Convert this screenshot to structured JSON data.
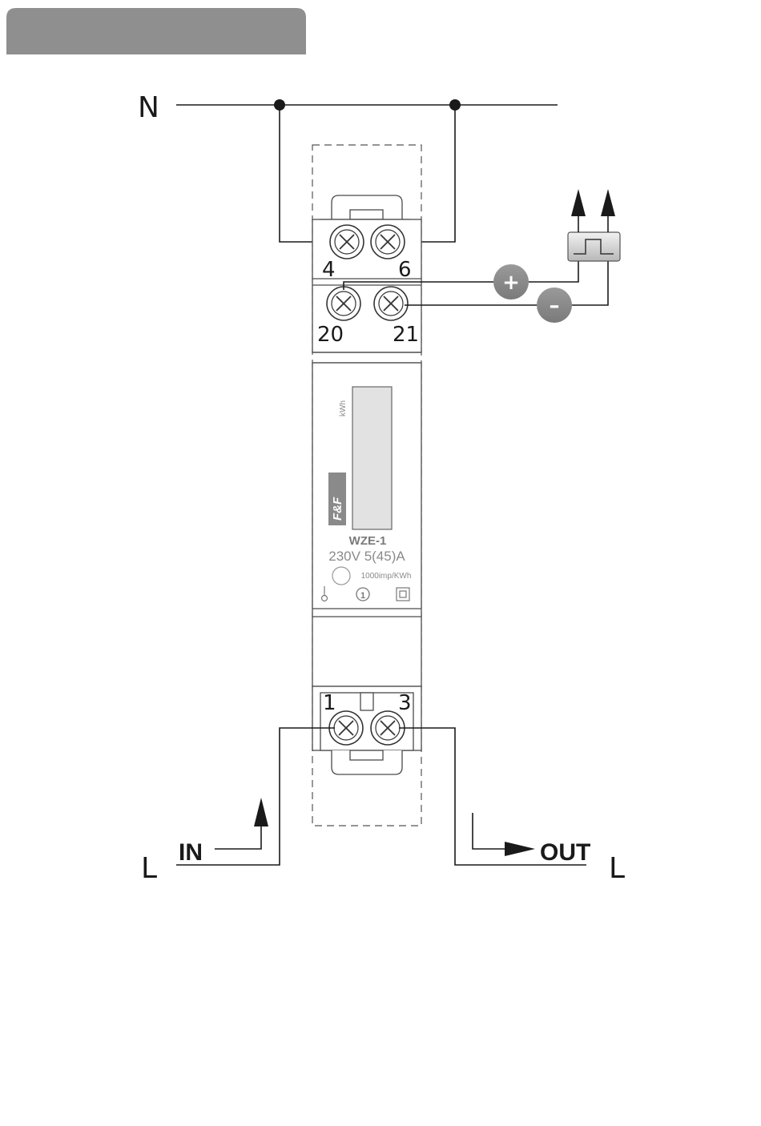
{
  "header_bar": {
    "color": "#8f8f8f",
    "text": ""
  },
  "labels": {
    "neutral": "N",
    "line_in": "L",
    "line_out": "L",
    "in": "IN",
    "out": "OUT"
  },
  "terminals": {
    "t4": "4",
    "t6": "6",
    "t20": "20",
    "t21": "21",
    "t1": "1",
    "t3": "3"
  },
  "polarity": {
    "plus": "+",
    "minus": "–",
    "badge_color": "#8a8a8a"
  },
  "device": {
    "display_unit": "kWh",
    "brand": "F&F",
    "model": "WZE-1",
    "rating": "230V  5(45)A",
    "impulse": "1000imp/KWh",
    "phase_symbol": "1"
  },
  "colors": {
    "wire": "#1a1a1a",
    "device_outline": "#4a4a4a",
    "display": "#e2e2e2"
  }
}
